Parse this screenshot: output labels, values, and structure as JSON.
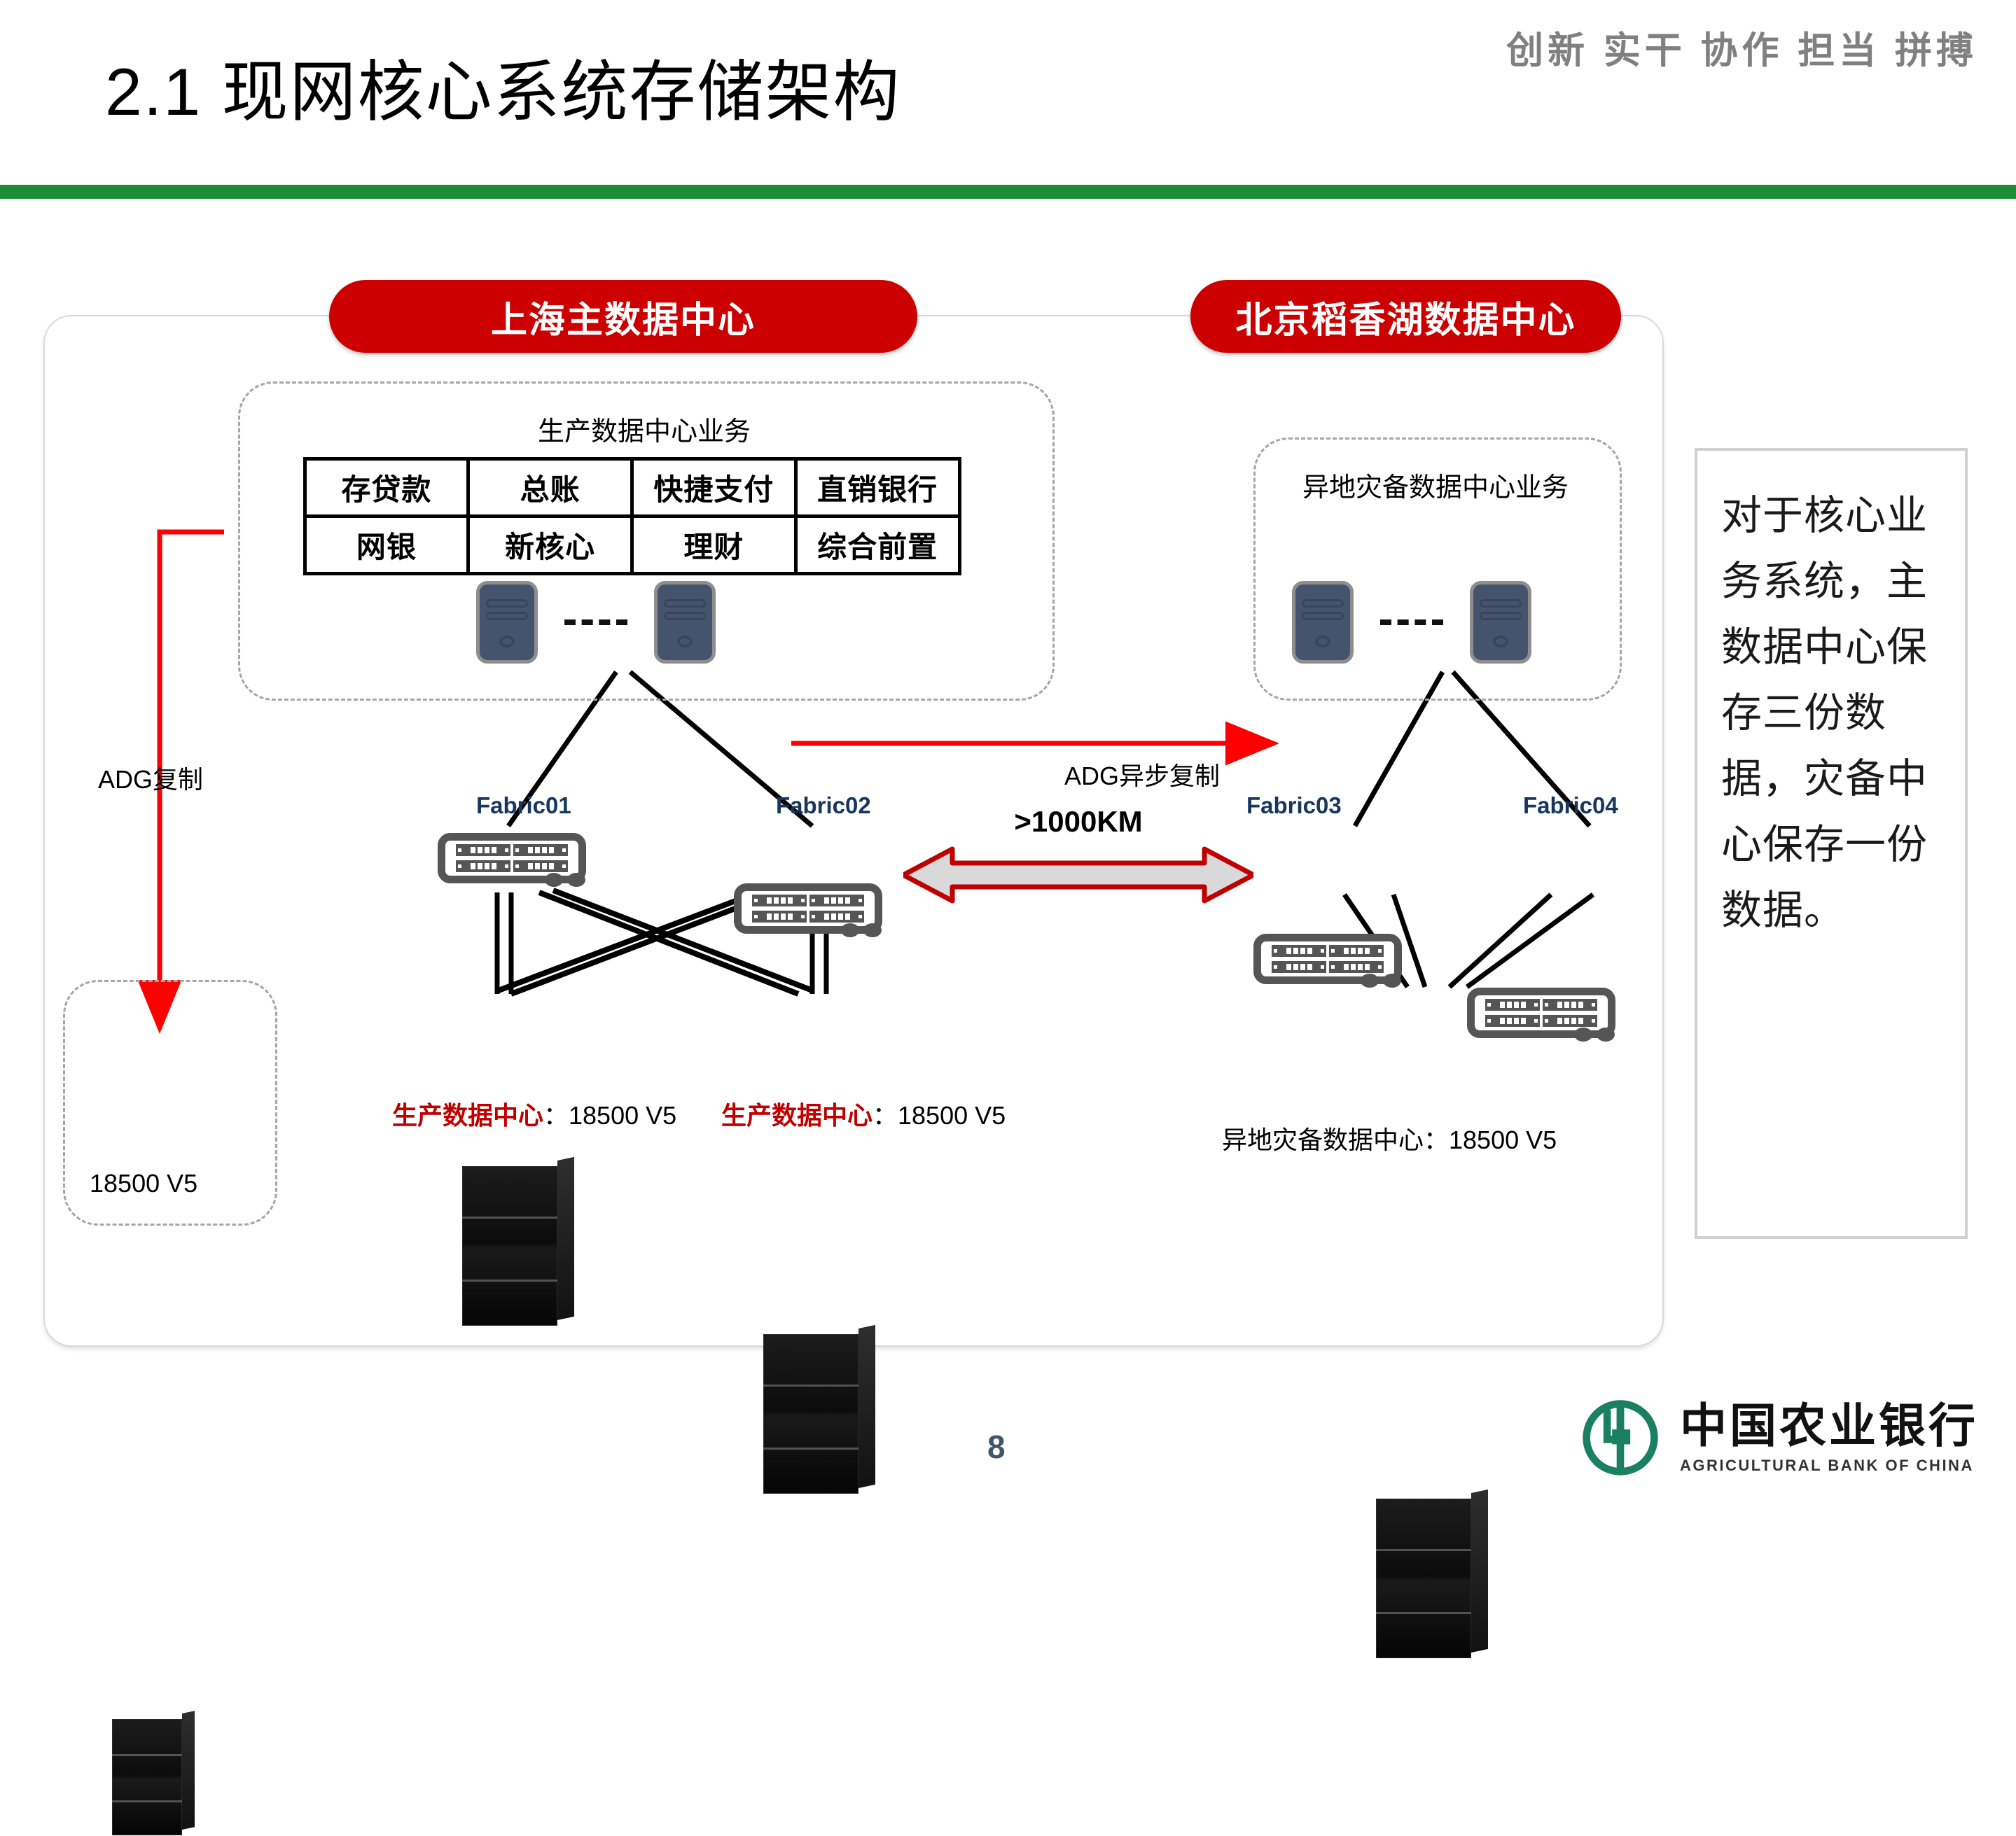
{
  "header": {
    "title": "2.1 现网核心系统存储架构",
    "slogan": "创新 实干 协作 担当 拼搏"
  },
  "banners": {
    "primary_dc": "上海主数据中心",
    "dr_dc": "北京稻香湖数据中心"
  },
  "zones": {
    "production_title": "生产数据中心业务",
    "dr_title": "异地灾备数据中心业务"
  },
  "applications": [
    "存贷款",
    "总账",
    "快捷支付",
    "直销银行",
    "网银",
    "新核心",
    "理财",
    "综合前置"
  ],
  "arrows": {
    "adg_async": "ADG异步复制",
    "adg_copy": "ADG复制",
    "distance": ">1000KM"
  },
  "fabrics": {
    "f1": "Fabric01",
    "f2": "Fabric02",
    "f3": "Fabric03",
    "f4": "Fabric04"
  },
  "storage": {
    "prod_left_label_red": "生产数据中心",
    "prod_left_label_rest": "：18500 V5",
    "prod_right_label_red": "生产数据中心",
    "prod_right_label_rest": "：18500 V5",
    "dr_label": "异地灾备数据中心：18500 V5",
    "adg_label": "18500 V5"
  },
  "note": "对于核心业务系统，主数据中心保存三份数据，灾备中心保存一份数据。",
  "footer": {
    "page_number": "8",
    "brand_cn": "中国农业银行",
    "brand_en": "AGRICULTURAL BANK OF CHINA"
  },
  "colors": {
    "accent_red": "#cc0000",
    "green_bar": "#1e8c36",
    "brand_green": "#1a8060",
    "fabric_label": "#17375e",
    "server_blue": "#45546e"
  },
  "icons": {
    "server": "server-tower-icon",
    "switch": "fabric-switch-icon",
    "storage": "storage-array-icon",
    "bank_logo": "agricultural-bank-logo-icon"
  }
}
